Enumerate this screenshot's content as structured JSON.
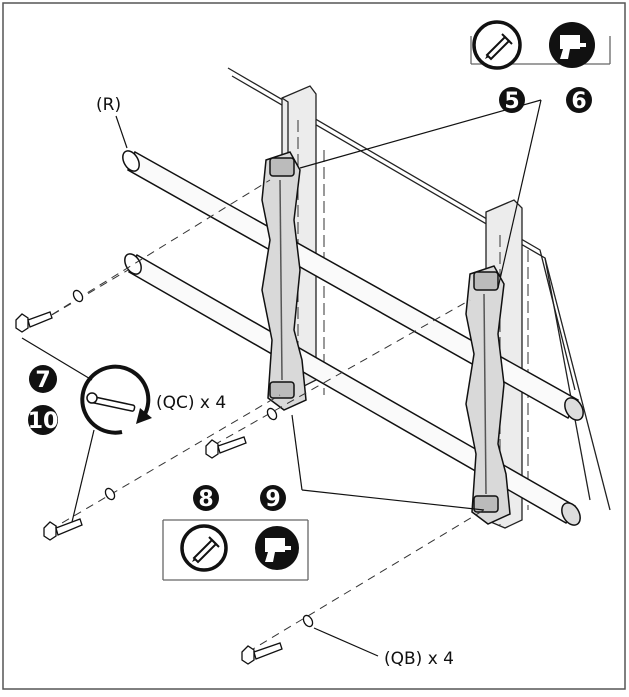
{
  "labels": {
    "rail_label": "(R)",
    "screw_qc": "(QC) x 4",
    "washer_qb": "(QB) x 4"
  },
  "steps": {
    "s5": "5",
    "s6": "6",
    "s7": "7",
    "s8": "8",
    "s9": "9",
    "s10": "10"
  },
  "icons": {
    "top_left": "pencil-icon",
    "top_right": "drill-icon",
    "bottom_left": "pencil-icon",
    "bottom_right": "drill-icon",
    "torque": "wrench-rotate-icon"
  },
  "colors": {
    "ink": "#111111",
    "paper": "#ffffff",
    "wall_shade": "#e6e6e6"
  }
}
